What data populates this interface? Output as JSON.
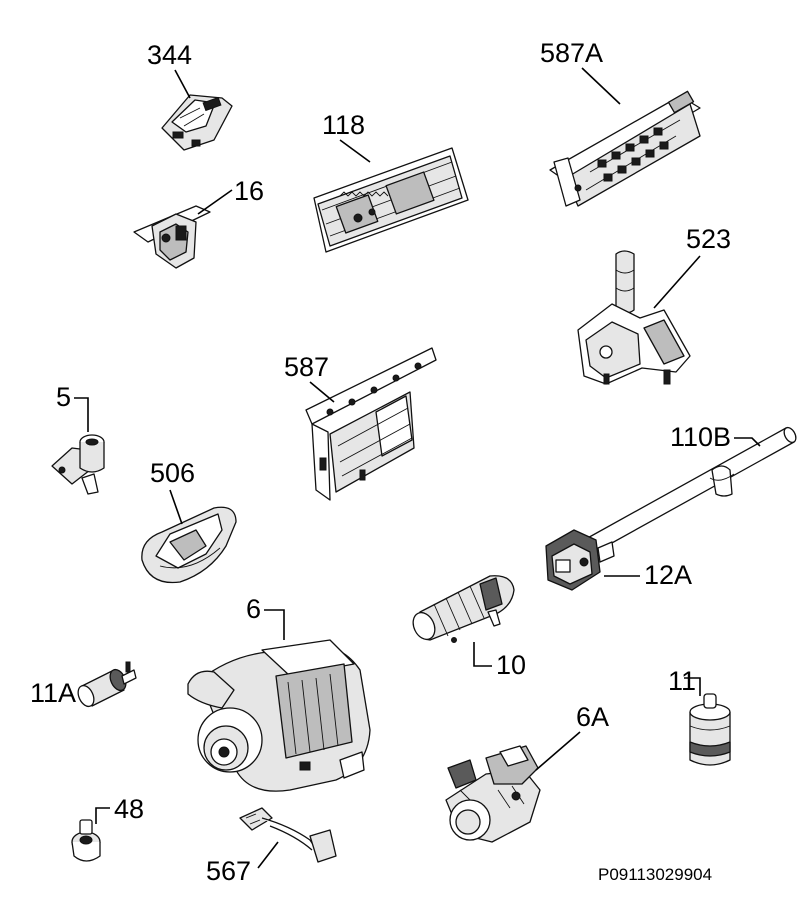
{
  "labels": {
    "l344": "344",
    "l587A": "587A",
    "l118": "118",
    "l16": "16",
    "l523": "523",
    "l587": "587",
    "l5": "5",
    "l110B": "110B",
    "l506": "506",
    "l12A": "12A",
    "l6": "6",
    "l10": "10",
    "l11A": "11A",
    "l11": "11",
    "l6A": "6A",
    "l48": "48",
    "l567": "567"
  },
  "drawing_code": "P09113029904",
  "colors": {
    "line": "#000000",
    "light_fill": "#e6e6e6",
    "mid_fill": "#bdbdbd",
    "dark_fill": "#1a1a1a"
  }
}
